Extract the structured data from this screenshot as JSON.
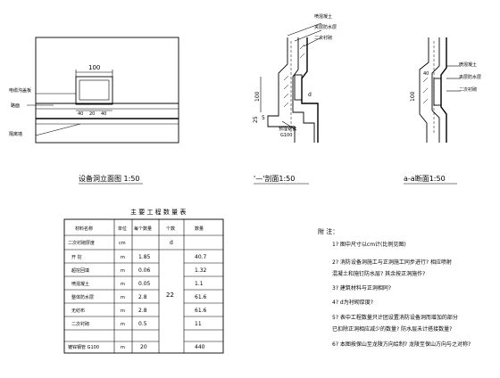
{
  "views": {
    "front": {
      "title": "设备洞立面图 1:50",
      "dim_top": "100",
      "dim_bottom_1": "40",
      "dim_bottom_2": "20",
      "dim_bottom_3": "40",
      "label_1": "电缆沟盖板",
      "label_2": "路面",
      "label_3": "隔离墙"
    },
    "section1": {
      "title": "'—'剖面1:50",
      "label_1": "喷混凝土",
      "label_2": "夹层防水层",
      "label_3": "二次衬砌",
      "dim_left_1": "100",
      "dim_left_2": "25",
      "dim_left_3": "5",
      "dim_right": "d",
      "bottom_1": "预埋钢管",
      "bottom_2": "G100"
    },
    "section2": {
      "title": "a-a断面1:50",
      "label_1": "喷混凝土",
      "label_2": "夹层防水层",
      "label_3": "二次衬砌",
      "dim_1": "40",
      "dim_2": "100"
    }
  },
  "table": {
    "title": "主 要 工 程 数 量 表",
    "headers": [
      "材料名称",
      "单位",
      "每个数量",
      "个数",
      "数量"
    ],
    "rows": [
      {
        "name": "二次衬砌厚度",
        "unit": "cm",
        "each": "",
        "qty": "d"
      },
      {
        "name": "开   挖",
        "unit": "m",
        "each": "1.85",
        "qty": "40.7"
      },
      {
        "name": "超挖回填",
        "unit": "m",
        "each": "0.06",
        "qty": "1.32"
      },
      {
        "name": "喷混凝土",
        "unit": "m",
        "each": "0.05",
        "qty": "1.1"
      },
      {
        "name": "整体防水层",
        "unit": "m",
        "each": "2.8",
        "qty": "61.6"
      },
      {
        "name": "无纺布",
        "unit": "m",
        "each": "2.8",
        "qty": "61.6"
      },
      {
        "name": "二次衬砌",
        "unit": "m",
        "each": "0.5",
        "qty": "11"
      },
      {
        "name": "镀锌钢管    G100",
        "unit": "m",
        "each": "20",
        "qty": "440"
      }
    ],
    "count": "22"
  },
  "notes": {
    "title": "附 注：",
    "items": [
      "1? 图中尺寸以cm计(比例见图)",
      "2? 消防设备洞施工与正洞施工同步进行? 相应喷射",
      "   混凝土和施钉防水层? 其余按正洞施作?",
      "3? 建筑材料与正洞相同?",
      "4? d为衬砌厚度?",
      "5? 表中工程数量只计团设置消防设备洞而增加的部分",
      "   已扣除正洞相应减少的数量? 防水层未计搭接数量?",
      "6? 本图按保山至龙陵方向绘制? 龙陵至保山方向与之对称?"
    ]
  }
}
